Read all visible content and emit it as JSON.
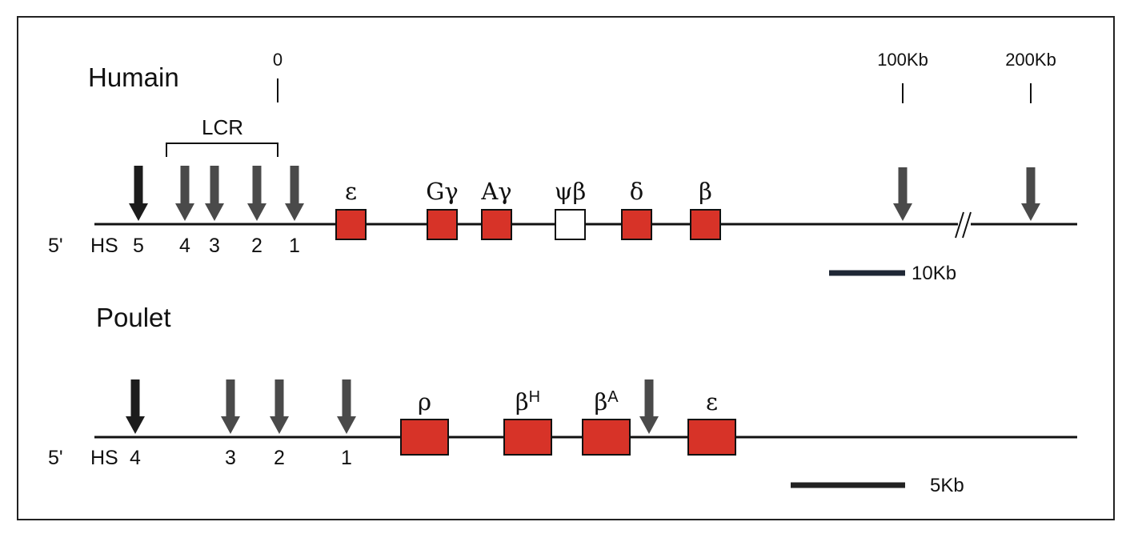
{
  "colors": {
    "gene_fill": "#d73328",
    "pseudogene_fill": "#ffffff",
    "hs_arrow_dark": "#1c1c1c",
    "hs_arrow_gray": "#4a4a4a",
    "scale_bar_human": "#1f2735",
    "scale_bar_chicken": "#222222",
    "line": "#111111"
  },
  "human": {
    "species": "Humain",
    "prefix": "5'",
    "hs_label": "HS",
    "coordinates": [
      "0",
      "100Kb",
      "200Kb"
    ],
    "lcr_label": "LCR",
    "hs_sites": [
      "5",
      "4",
      "3",
      "2",
      "1"
    ],
    "genes": [
      {
        "symbol": "ε",
        "pseudogene": false
      },
      {
        "symbol": "Gγ",
        "pseudogene": false
      },
      {
        "symbol": "Aγ",
        "pseudogene": false
      },
      {
        "symbol": "ψβ",
        "pseudogene": true
      },
      {
        "symbol": "δ",
        "pseudogene": false
      },
      {
        "symbol": "β",
        "pseudogene": false
      }
    ],
    "downstream_arrows": 2,
    "line_break": "//",
    "scale_label": "10Kb"
  },
  "chicken": {
    "species": "Poulet",
    "prefix": "5'",
    "hs_label": "HS",
    "hs_sites": [
      "4",
      "3",
      "2",
      "1"
    ],
    "genes": [
      {
        "symbol": "ρ",
        "sup": ""
      },
      {
        "symbol": "β",
        "sup": "H"
      },
      {
        "symbol": "β",
        "sup": "A"
      },
      {
        "symbol": "ε",
        "sup": ""
      }
    ],
    "internal_arrows": 1,
    "scale_label": "5Kb"
  }
}
